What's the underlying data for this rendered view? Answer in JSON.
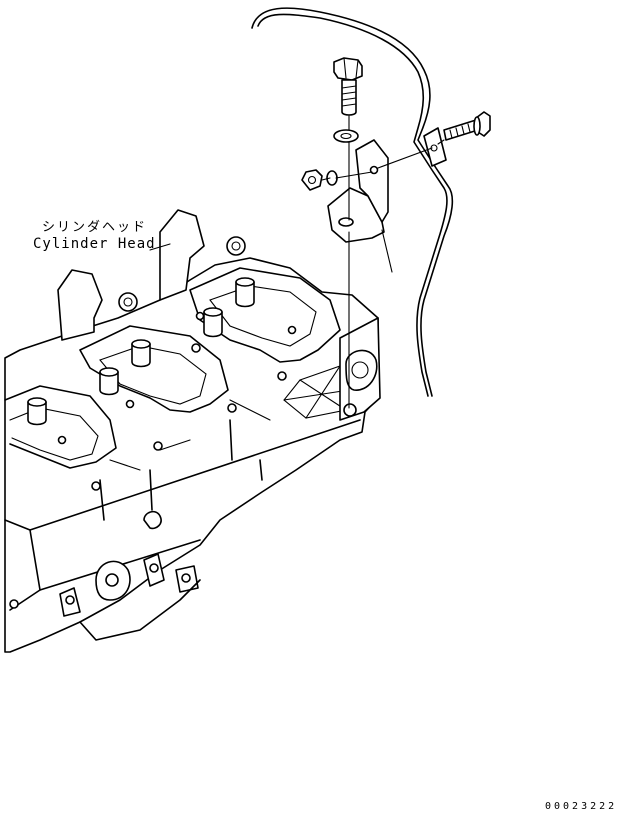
{
  "labels": {
    "cylinder_head_jp": "シリンダヘッド",
    "cylinder_head_en": "Cylinder Head",
    "drawing_code": "00023222"
  },
  "colors": {
    "line": "#000000",
    "background": "#ffffff"
  }
}
